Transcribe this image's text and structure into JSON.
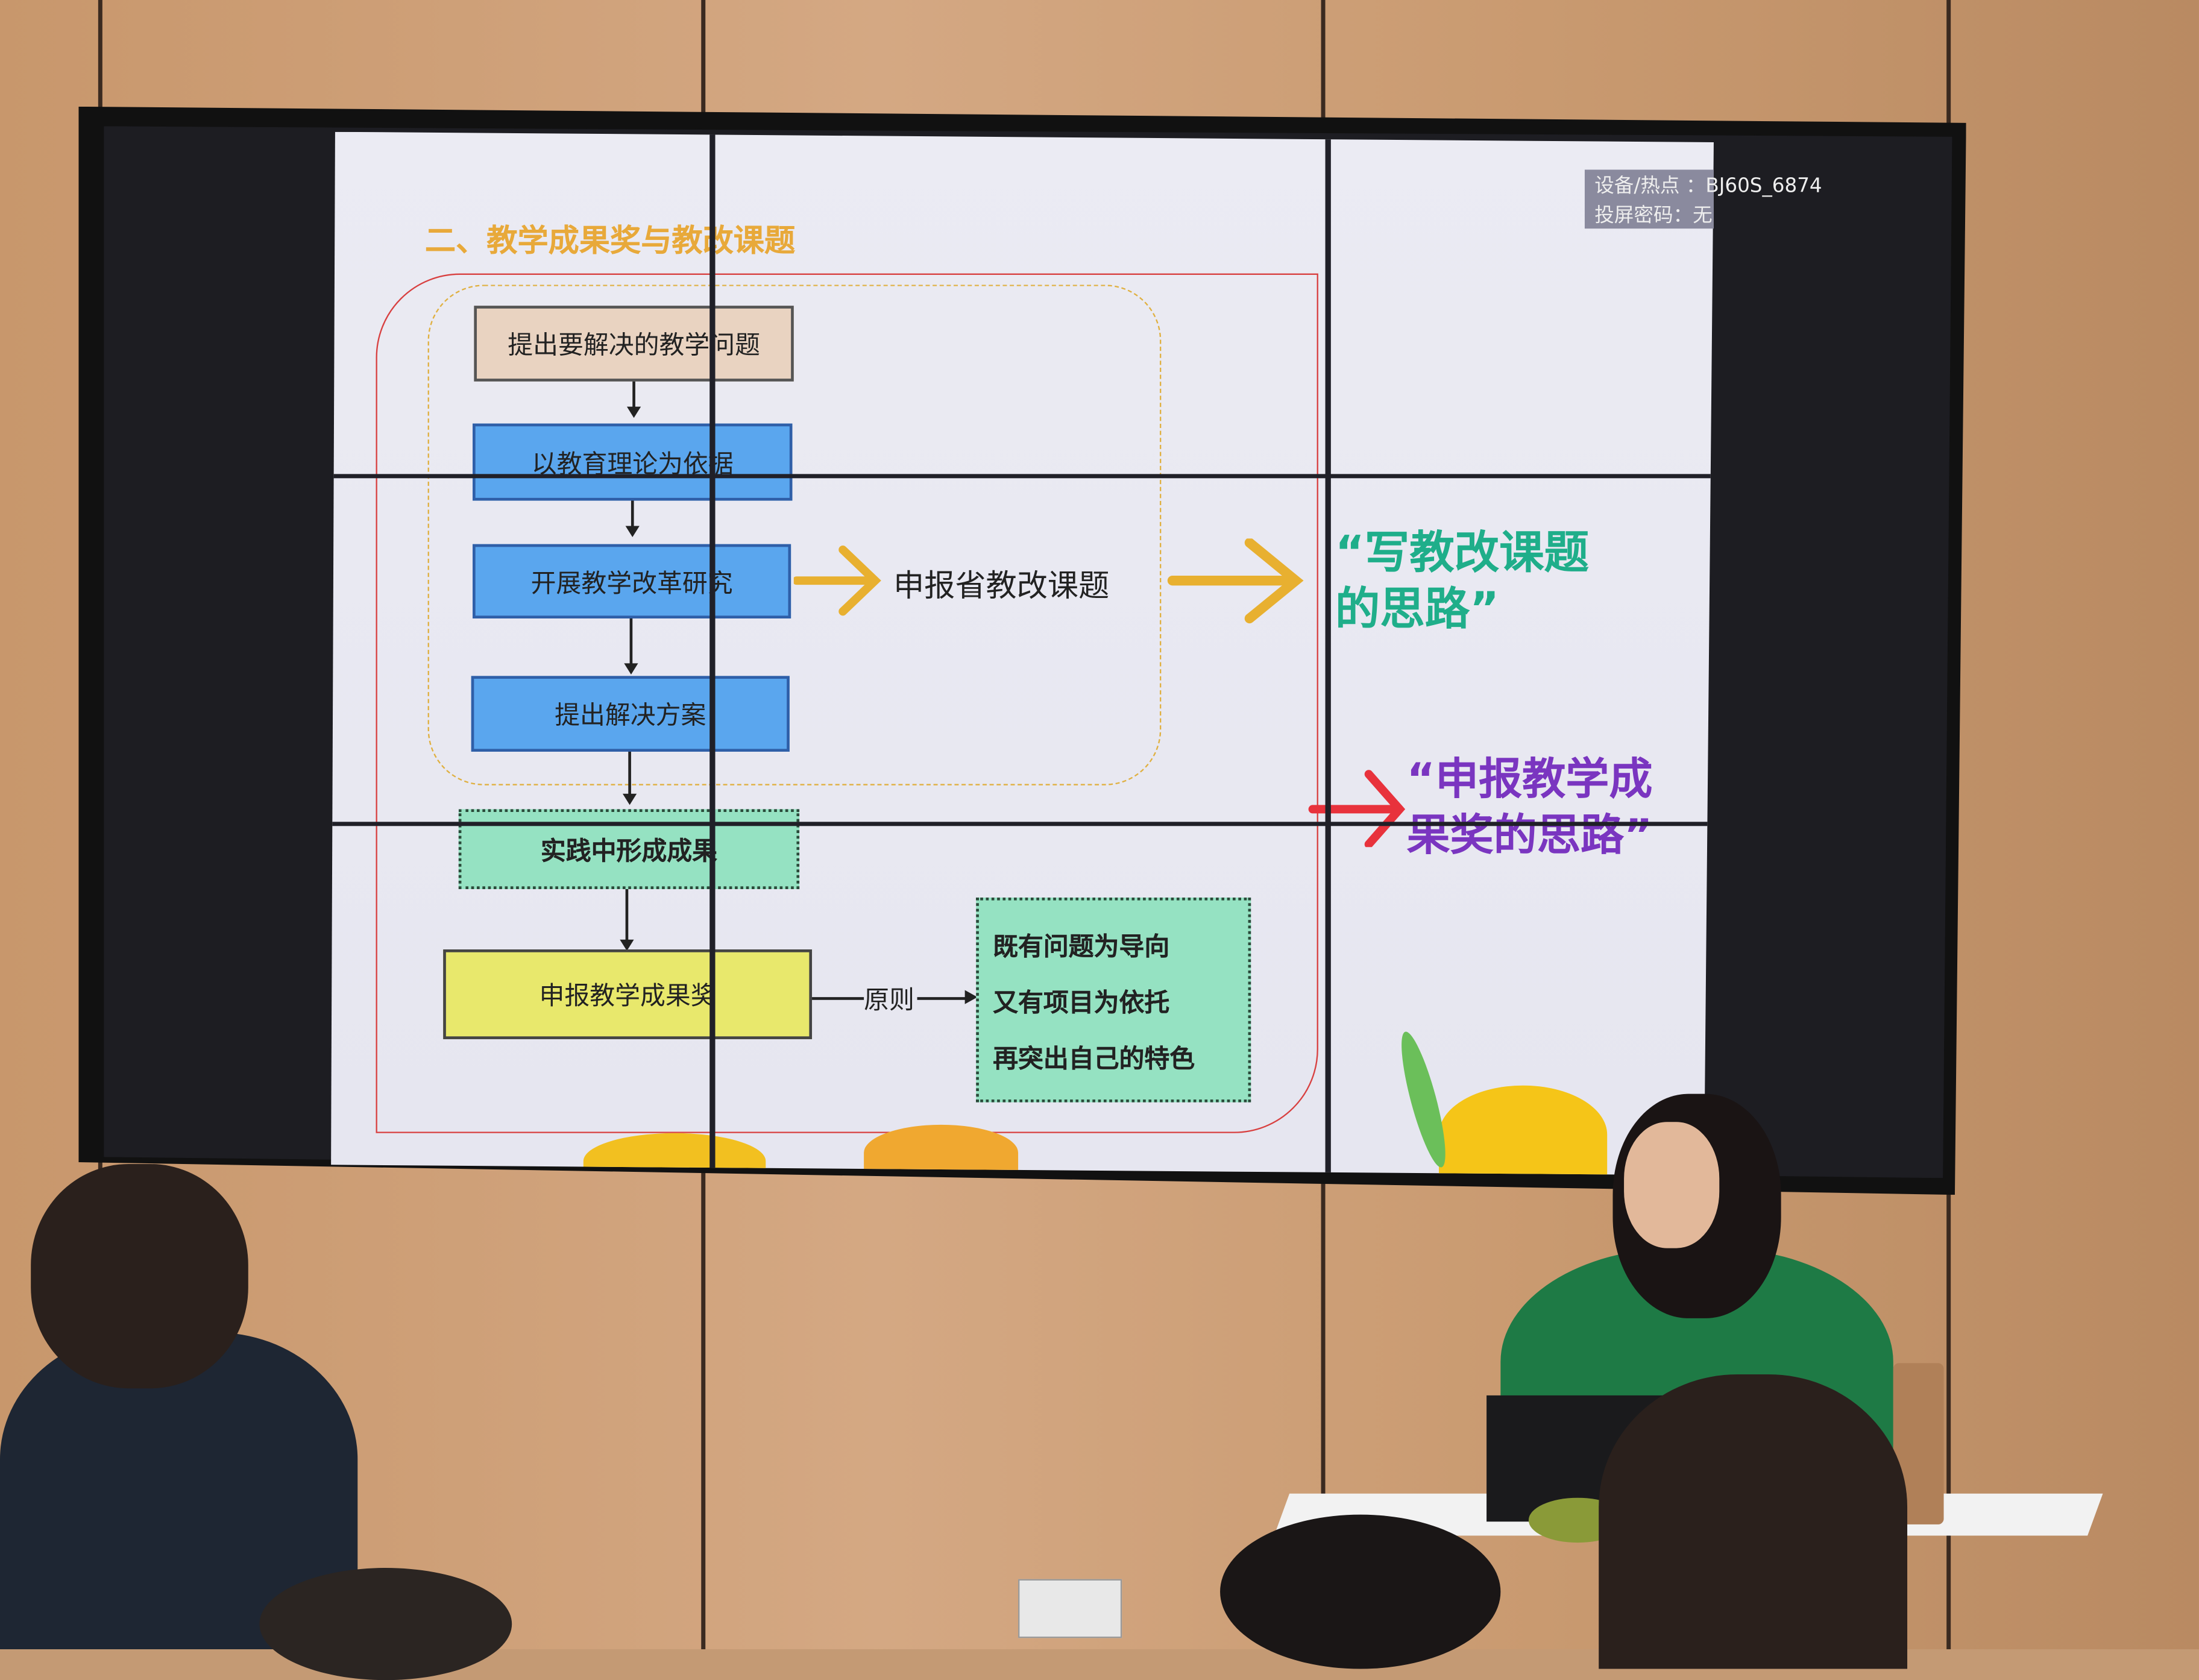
{
  "slide": {
    "title": "二、教学成果奖与教改课题",
    "flow": [
      "提出要解决的教学问题",
      "以教育理论为依据",
      "开展教学改革研究",
      "提出解决方案",
      "实践中形成成果",
      "申报教学成果奖"
    ],
    "provincial": "申报省教改课题",
    "principle_label": "原则",
    "principles": [
      "既有问题为导向",
      "又有项目为依托",
      "再突出自己的特色"
    ],
    "green_callout": [
      "“写教改课题",
      "的思路”"
    ],
    "purple_callout": [
      "“申报教学成",
      "果奖的思路”"
    ]
  },
  "overlay": {
    "device": "设备/热点 ：BJ60S_6874",
    "password": "投屏密码：无"
  },
  "colors": {
    "title": "#e8a93a",
    "green": "#1fae8a",
    "purple": "#7a35c0",
    "arrow_orange": "#e8b030",
    "arrow_red": "#e8323c"
  }
}
